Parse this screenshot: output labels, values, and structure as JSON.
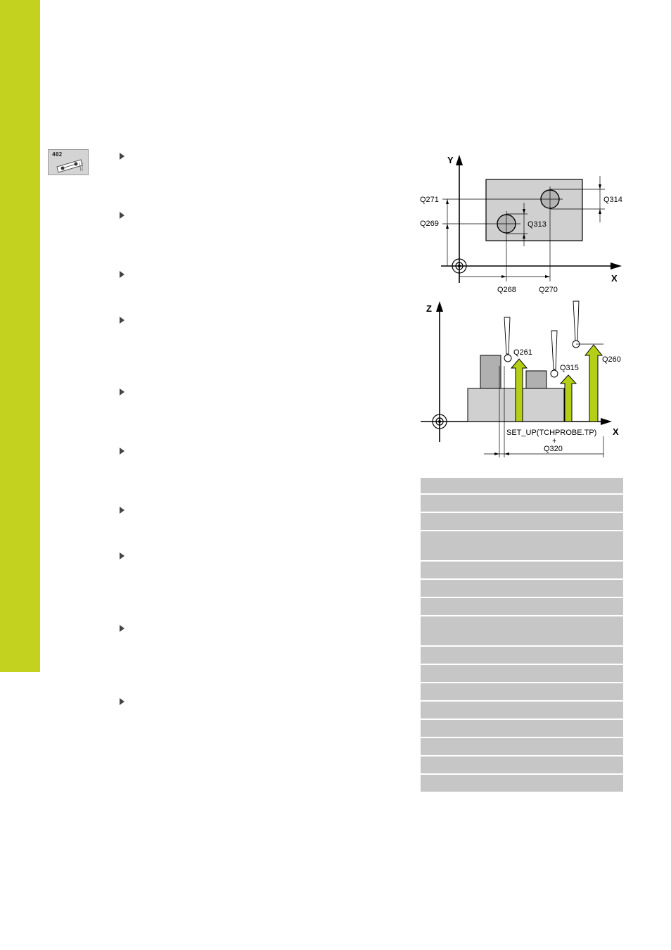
{
  "icon": {
    "number": "402"
  },
  "figure_top": {
    "axis_y": "Y",
    "axis_x": "X",
    "labels": {
      "q271": "Q271",
      "q269": "Q269",
      "q314": "Q314",
      "q313": "Q313",
      "q268": "Q268",
      "q270": "Q270"
    }
  },
  "figure_bottom": {
    "axis_z": "Z",
    "axis_x": "X",
    "labels": {
      "q261": "Q261",
      "q315": "Q315",
      "q260": "Q260",
      "setup": "SET_UP(TCHPROBE.TP)",
      "plus": "+",
      "q320": "Q320"
    }
  },
  "colors": {
    "sidebar": "#c3d11f",
    "arrow": "#b5cf16",
    "workpiece": "#d0d0d0",
    "table_row": "#c6c6c6"
  },
  "table": {
    "row_count": 16
  }
}
